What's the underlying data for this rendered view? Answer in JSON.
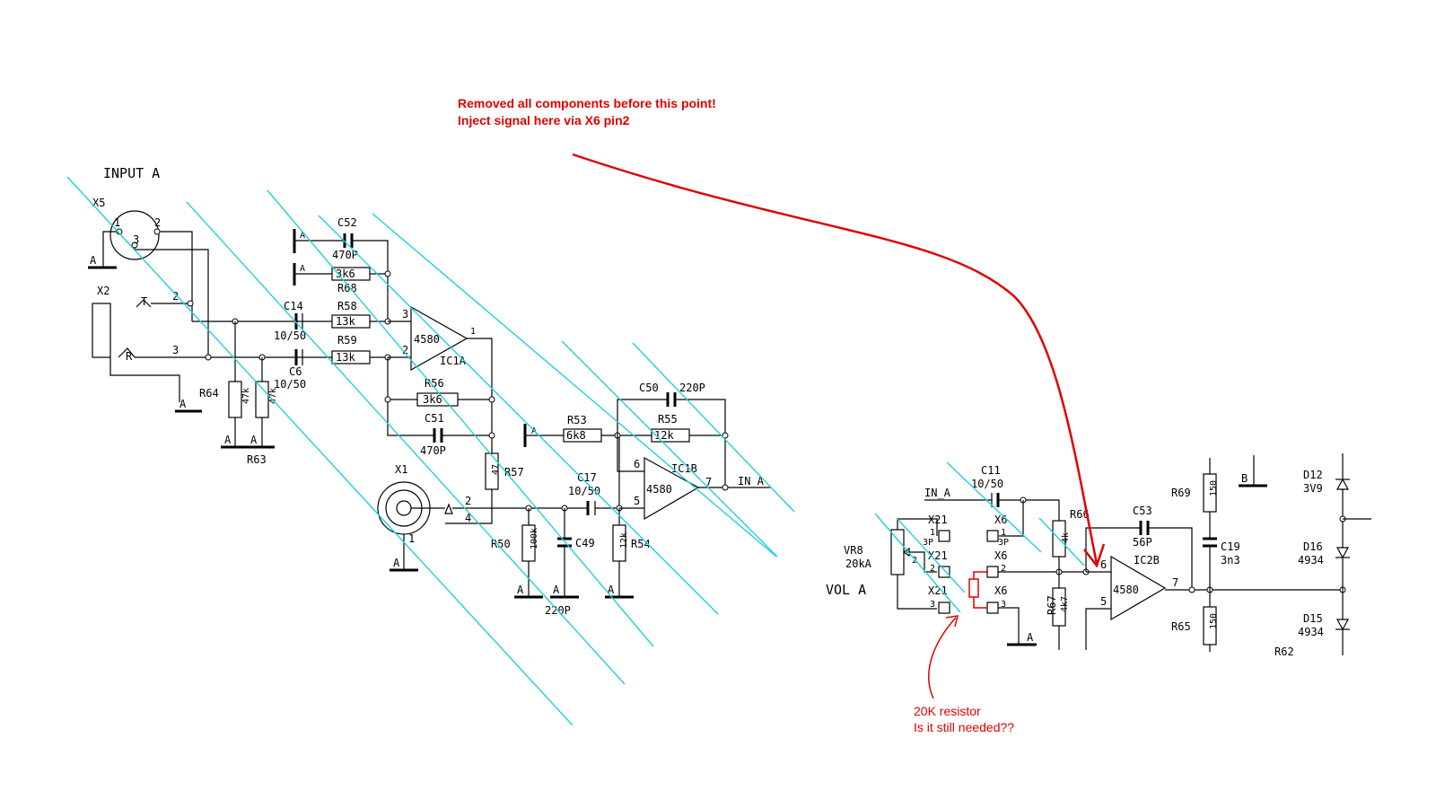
{
  "annotations": {
    "top_note_line1": "Removed all components before this point!",
    "top_note_line2": "Inject signal here via X6 pin2",
    "bottom_note_line1": "20K resistor",
    "bottom_note_line2": "Is it still needed??",
    "annotation_color": "#e00000",
    "strike_color": "#22d0dc"
  },
  "left_circuit": {
    "title": "INPUT A",
    "x5": "X5",
    "x5_p1": "1",
    "x5_p2": "2",
    "x5_p3": "3",
    "x2": "X2",
    "x2_p2": "2",
    "x2_p3": "3",
    "x2_t": "T",
    "x2_r": "R",
    "gnd": "A",
    "c52": "C52",
    "c52_val": "470P",
    "r68_val": "3k6",
    "r68": "R68",
    "c14": "C14",
    "c14_val": "10/50",
    "r58": "R58",
    "r58_val": "13k",
    "r59": "R59",
    "r59_val": "13k",
    "c6": "C6",
    "c6_val": "10/50",
    "r64": "R64",
    "r64_val": "47k",
    "r63": "R63",
    "r63_val": "47k",
    "ic1a": "IC1A",
    "ic1a_part": "4580",
    "ic1a_p3": "3",
    "ic1a_p2": "2",
    "ic1a_p1": "1",
    "r56": "R56",
    "r56_val": "3k6",
    "c51": "C51",
    "c51_val": "470P",
    "r57": "R57",
    "r57_val": "47",
    "x1": "X1",
    "x1_p2": "2",
    "x1_p4": "4",
    "x1_p1": "1",
    "r50": "R50",
    "r50_val": "100k",
    "c49": "C49",
    "c49_val": "220P",
    "c17": "C17",
    "c17_val": "10/50",
    "r54": "R54",
    "r54_val": "12k",
    "r53": "R53",
    "r53_val": "6k8",
    "c50": "C50",
    "c50_val": "220P",
    "r55": "R55",
    "r55_val": "12k",
    "ic1b": "IC1B",
    "ic1b_part": "4580",
    "ic1b_p6": "6",
    "ic1b_p5": "5",
    "ic1b_p7": "7",
    "out": "IN_A"
  },
  "right_circuit": {
    "in_a": "IN_A",
    "c11": "C11",
    "c11_val": "10/50",
    "vr8": "VR8",
    "vr8_val": "20kA",
    "vol_a": "VOL A",
    "x21": "X21",
    "x6": "X6",
    "x21_p1": "1",
    "x21_p2": "2",
    "x21_p3": "3",
    "x6_p1": "1",
    "x6_p2": "2",
    "x6_p3": "3",
    "x21_3p": "3P",
    "x6_3p": "3P",
    "vr8_pin": "2",
    "r66": "R66",
    "r66_val": "4k",
    "r67": "R67",
    "r67_val": "4k7",
    "c53": "C53",
    "c53_val": "56P",
    "ic2b": "IC2B",
    "ic2b_part": "4580",
    "ic2b_p6": "6",
    "ic2b_p5": "5",
    "ic2b_p7": "7",
    "r69": "R69",
    "r69_val": "150",
    "c19": "C19",
    "c19_val": "3n3",
    "r65": "R65",
    "r65_val": "150",
    "b": "B",
    "d12": "D12",
    "d12_val": "3V9",
    "d16": "D16",
    "d16_val": "4934",
    "d15": "D15",
    "d15_val": "4934",
    "r62": "R62",
    "gnd": "A"
  }
}
